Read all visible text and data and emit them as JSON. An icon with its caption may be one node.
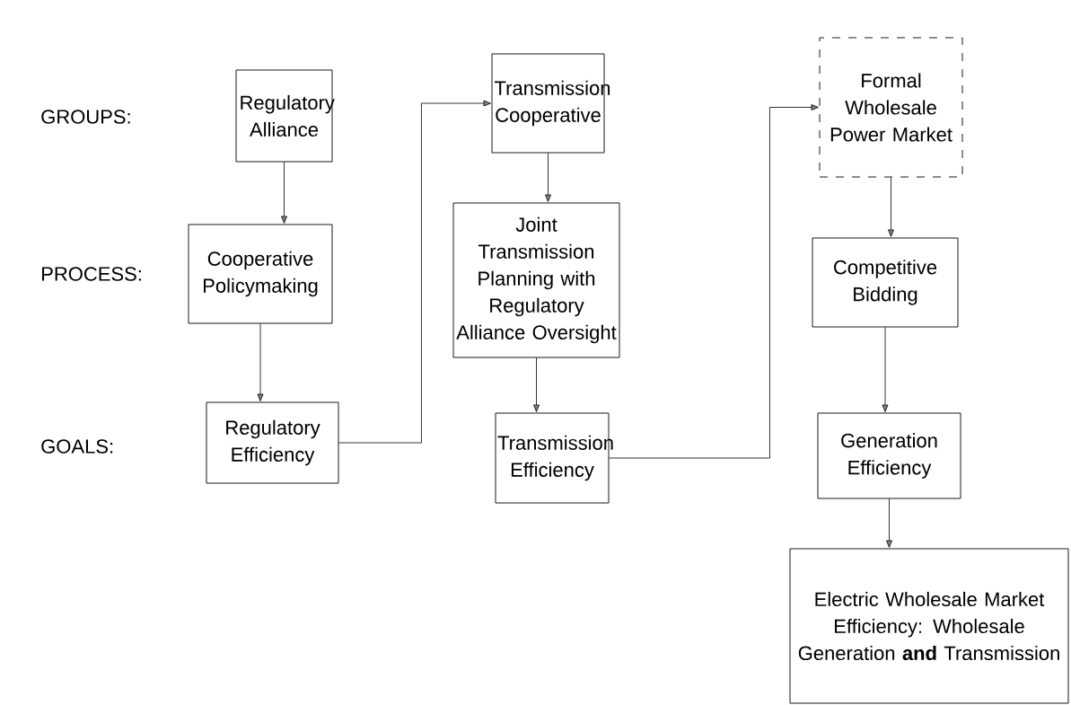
{
  "diagram": {
    "nodes": [
      {
        "text": [
          "Regulatory Alliance"
        ]
      },
      {
        "text": [
          "Cooperative Policymaking"
        ]
      },
      {
        "text": [
          "Regulatory Efficiency"
        ]
      },
      {
        "text": [
          "Transmission Cooperative"
        ]
      },
      {
        "text": [
          "Joint Transmission Planning with Regulatory Alliance Oversight"
        ]
      },
      {
        "text": [
          "Transmission Efficiency"
        ]
      },
      {
        "text": [
          "Formal Wholesale Power Market"
        ]
      },
      {
        "text": [
          "Competitive Bidding"
        ]
      },
      {
        "text": [
          "Generation Efficiency"
        ]
      },
      {
        "text": [
          "Electric Wholesale Market Efficiency: Wholesale Generation **and** Transmission"
        ]
      }
    ],
    "edges": [
      {
        "from": 0,
        "to": 1,
        "arrow": "to"
      },
      {
        "from": 1,
        "to": 2,
        "arrow": "to"
      },
      {
        "from": 2,
        "to": 3,
        "arrow": "to"
      },
      {
        "from": 3,
        "to": 4,
        "arrow": "to"
      },
      {
        "from": 4,
        "to": 5,
        "arrow": "to"
      },
      {
        "from": 5,
        "to": 6,
        "arrow": "to"
      },
      {
        "from": 6,
        "to": 7,
        "arrow": "to"
      },
      {
        "from": 7,
        "to": 8,
        "arrow": "to"
      },
      {
        "from": 8,
        "to": 9,
        "arrow": "to"
      }
    ],
    "labels": [
      "GROUPS:",
      "PROCESS:",
      "GOALS:"
    ]
  }
}
